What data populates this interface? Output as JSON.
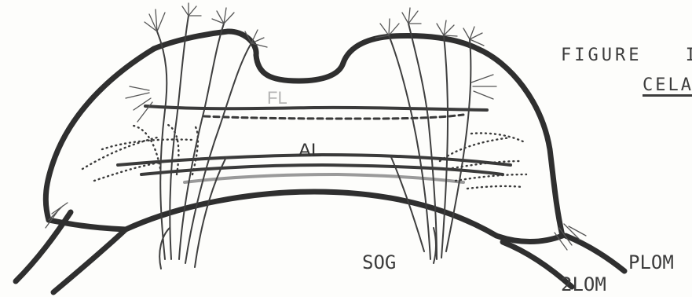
{
  "figure": {
    "heading": "FIGURE",
    "heading_suffix": "I",
    "subheading": "CELA"
  },
  "labels": {
    "fl": "FL",
    "al": "AL",
    "sog": "SOG",
    "plom": "PLOM",
    "lom2": "2LOM"
  },
  "colors": {
    "ink": "#2f2f2f",
    "paper": "#fdfdfb"
  }
}
